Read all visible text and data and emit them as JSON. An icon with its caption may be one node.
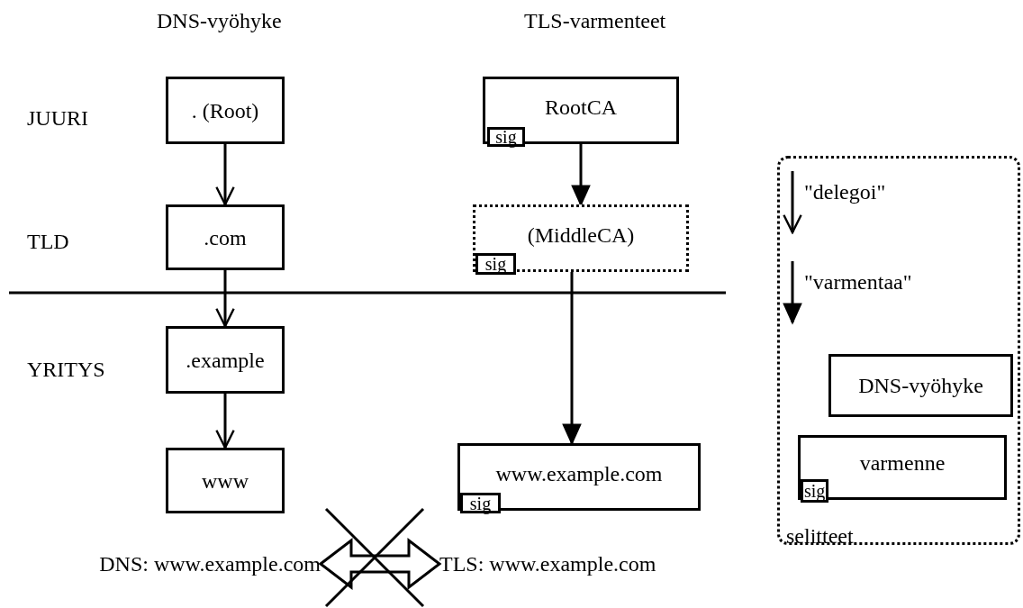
{
  "diagram": {
    "nodes": [
      {
        "text": [
          ". (Root)"
        ]
      },
      {
        "text": [
          "RootCA"
        ]
      },
      {
        "text": [
          "sig"
        ],
        "in": 1
      },
      {
        "text": [
          ".com"
        ]
      },
      {
        "text": [
          "(MiddleCA)"
        ]
      },
      {
        "text": [
          "sig"
        ],
        "in": 4
      },
      {
        "text": [
          ".example"
        ]
      },
      {
        "text": [
          "www"
        ]
      },
      {
        "text": [
          "www.example.com"
        ]
      },
      {
        "text": [
          "sig"
        ],
        "in": 8
      },
      {
        "text": [
          "DNS: www.example.com"
        ]
      },
      {
        "text": [
          "TLS: www.example.com"
        ]
      }
    ],
    "edges": [
      {
        "from": 0,
        "to": 3,
        "arrow": "to"
      },
      {
        "from": 3,
        "to": 6,
        "arrow": "to"
      },
      {
        "from": 6,
        "to": 7,
        "arrow": "to"
      },
      {
        "from": 1,
        "to": 4,
        "arrow": "to"
      },
      {
        "from": 4,
        "to": 8,
        "arrow": "to"
      },
      {
        "from": 10,
        "to": 11,
        "arrow": "both",
        "style": "thick"
      }
    ],
    "labels": [
      "DNS-vyöhyke",
      "TLS-varmenteet",
      "JUURI",
      "TLD",
      "YRITYS",
      "sig",
      "selitteet"
    ],
    "legend": [
      {
        "text": "\"delegoi\""
      },
      {
        "text": "\"varmentaa\""
      },
      {
        "text": "DNS-vyöhyke"
      },
      {
        "text": "varmenne"
      }
    ]
  }
}
